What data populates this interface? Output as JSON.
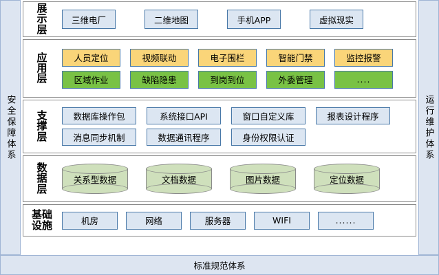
{
  "side_bands": {
    "left": {
      "label": "安全保障体系",
      "color": "#dde5f1"
    },
    "right": {
      "label": "运行维护体系",
      "color": "#dde5f1"
    }
  },
  "bottom_bar": {
    "label": "标准规范体系",
    "color": "#dde5f1"
  },
  "colors": {
    "blue_fill": "#dce6f2",
    "blue_border": "#4878a8",
    "yellow_fill": "#fad579",
    "green_fill": "#79c245",
    "cylinder_fill": "#cfe0bc",
    "cylinder_border": "#8a8a8a",
    "layer_border": "#8a8a8a",
    "band_fill": "#dde5f1",
    "band_border": "#9fb4d4"
  },
  "layers": [
    {
      "id": "presentation",
      "label_lines": [
        "展",
        "示",
        "层"
      ],
      "rows": [
        {
          "style": "blue",
          "items": [
            "三维电厂",
            "二维地图",
            "手机APP",
            "虚拟现实"
          ]
        }
      ]
    },
    {
      "id": "application",
      "label_lines": [
        "应",
        "用",
        "层"
      ],
      "rows": [
        {
          "style": "yellow",
          "items": [
            "人员定位",
            "视频联动",
            "电子围栏",
            "智能门禁",
            "监控报警"
          ]
        },
        {
          "style": "green",
          "items": [
            "区域作业",
            "缺陷隐患",
            "到岗到位",
            "外委管理",
            "...."
          ]
        }
      ]
    },
    {
      "id": "support",
      "label_lines": [
        "支",
        "撑",
        "层"
      ],
      "rows": [
        {
          "style": "blue",
          "items": [
            "数据库操作包",
            "系统接口API",
            "窗口自定义库",
            "报表设计程序"
          ]
        },
        {
          "style": "blue",
          "items": [
            "消息同步机制",
            "数据通讯程序",
            "身份权限认证"
          ]
        }
      ]
    },
    {
      "id": "data",
      "label_lines": [
        "数",
        "据",
        "层"
      ],
      "rows": [
        {
          "style": "cylinder",
          "items": [
            "关系型数据",
            "文档数据",
            "图片数据",
            "定位数据"
          ]
        }
      ]
    },
    {
      "id": "infra",
      "label_lines": [
        "基础",
        "设施"
      ],
      "rows": [
        {
          "style": "blue",
          "items": [
            "机房",
            "网络",
            "服务器",
            "WIFI",
            "......"
          ]
        }
      ]
    }
  ]
}
